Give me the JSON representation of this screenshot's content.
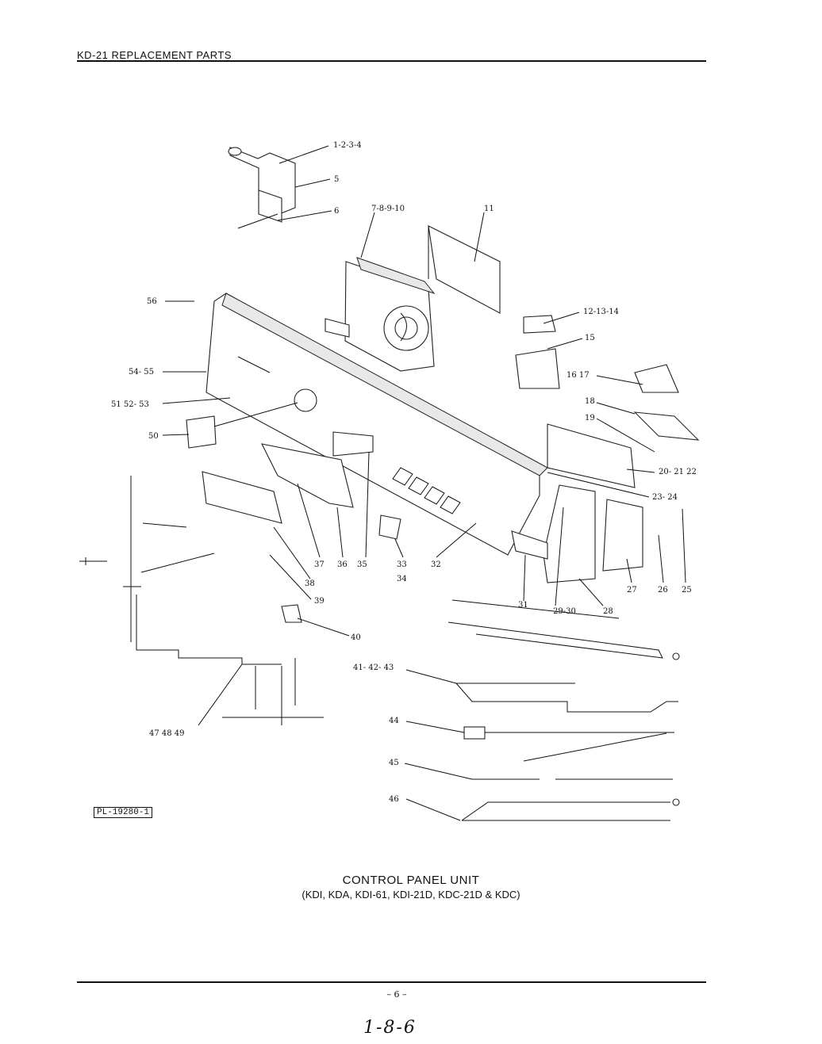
{
  "header": {
    "title": "KD-21 REPLACEMENT PARTS"
  },
  "diagram": {
    "callouts": [
      "1-2-3-4",
      "5",
      "6",
      "7-8-9-10",
      "11",
      "12-13-14",
      "15",
      "16 17",
      "18",
      "19",
      "20- 21 22",
      "23- 24",
      "25",
      "26",
      "27",
      "28",
      "29-30",
      "31",
      "32",
      "33",
      "34",
      "35",
      "36",
      "37",
      "38",
      "39",
      "40",
      "41- 42- 43",
      "44",
      "45",
      "46",
      "47 48 49",
      "50",
      "51 52- 53",
      "54- 55",
      "56"
    ],
    "plate_id": "PL-19280-1"
  },
  "caption": {
    "title": "CONTROL PANEL UNIT",
    "subtitle": "(KDI, KDA, KDI-61, KDI-21D, KDC-21D & KDC)"
  },
  "footer": {
    "page_number": "– 6 –",
    "handwritten_ref": "1-8-6"
  }
}
